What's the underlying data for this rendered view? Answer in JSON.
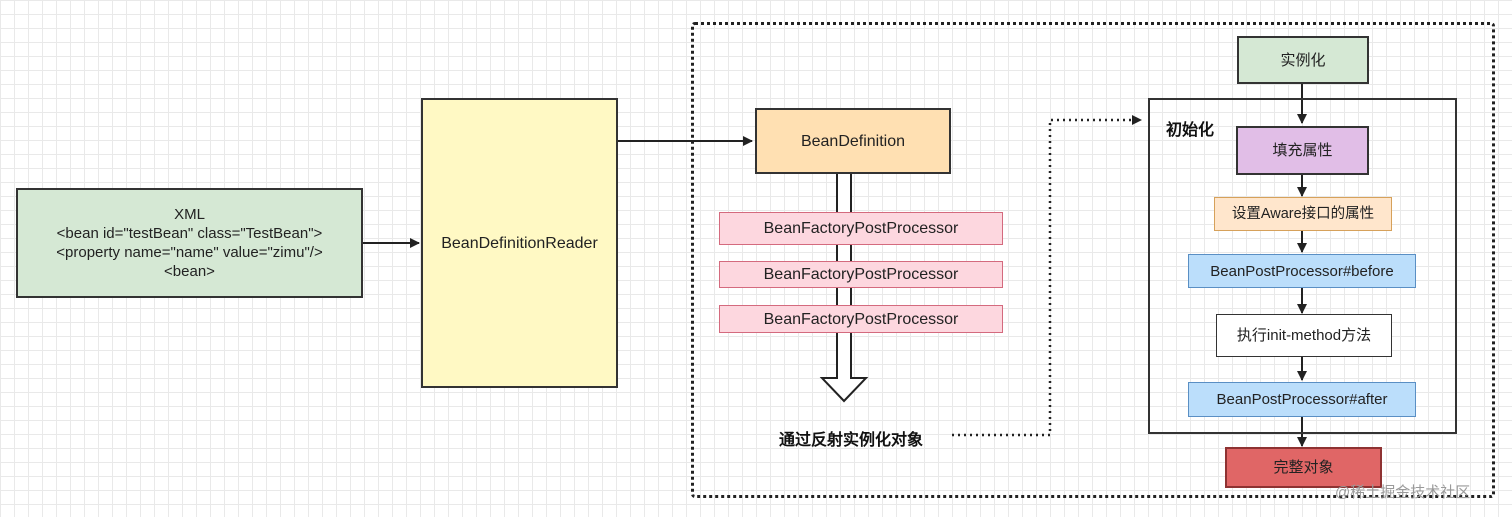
{
  "xml": {
    "lines": [
      "XML",
      "<bean id=\"testBean\" class=\"TestBean\">",
      "<property name=\"name\" value=\"zimu\"/>",
      "<bean>"
    ]
  },
  "reader": {
    "label": "BeanDefinitionReader"
  },
  "definition": {
    "label": "BeanDefinition"
  },
  "post_processors": [
    "BeanFactoryPostProcessor",
    "BeanFactoryPostProcessor",
    "BeanFactoryPostProcessor"
  ],
  "reflect": {
    "label": "通过反射实例化对象"
  },
  "lifecycle": {
    "instantiate": "实例化",
    "init_title": "初始化",
    "fill_props": "填充属性",
    "aware": "设置Aware接口的属性",
    "bpp_before": "BeanPostProcessor#before",
    "init_method": "执行init-method方法",
    "bpp_after": "BeanPostProcessor#after",
    "complete": "完整对象"
  },
  "watermark": "@稀土掘金技术社区",
  "colors": {
    "green": "#d5e8d4",
    "yellow": "#fff9c4",
    "orange": "#ffe0b2",
    "pink": "#fdd7df",
    "purple": "#e1bee7",
    "light_orange": "#ffe6cc",
    "blue": "#bbdefb",
    "red": "#e57373"
  }
}
